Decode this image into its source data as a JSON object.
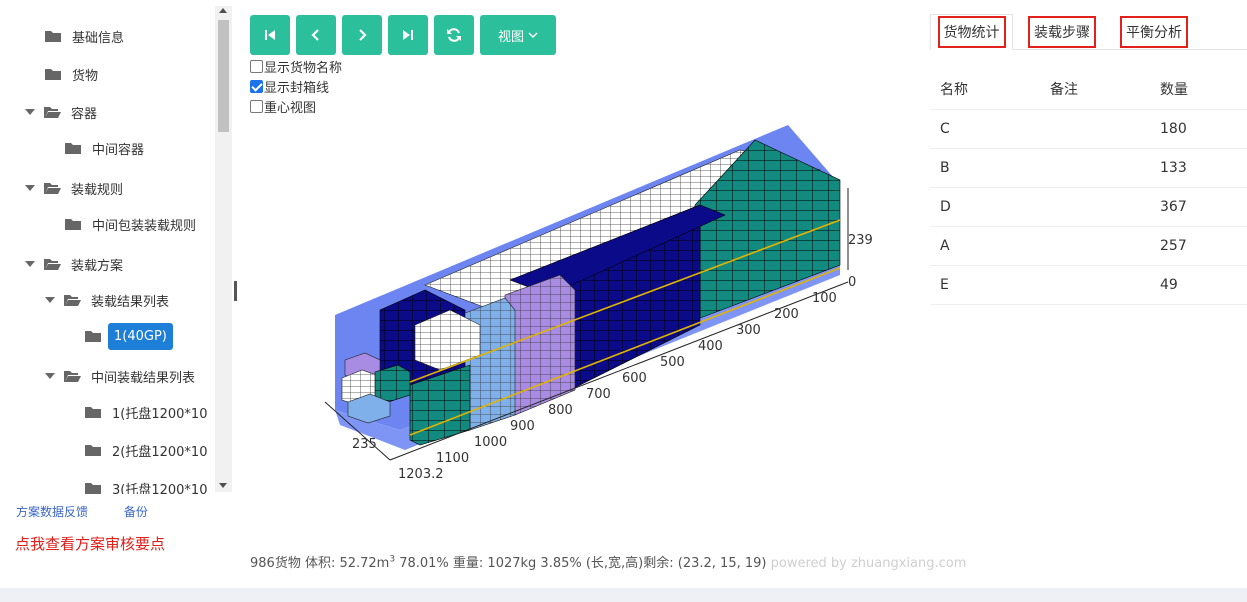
{
  "tree": [
    {
      "label": "基础信息",
      "depth": 0,
      "expanded": null,
      "selected": false
    },
    {
      "label": "货物",
      "depth": 0,
      "expanded": null,
      "selected": false
    },
    {
      "label": "容器",
      "depth": 0,
      "expanded": true,
      "selected": false
    },
    {
      "label": "中间容器",
      "depth": 1,
      "expanded": null,
      "selected": false
    },
    {
      "label": "装载规则",
      "depth": 0,
      "expanded": true,
      "selected": false
    },
    {
      "label": "中间包装装载规则",
      "depth": 1,
      "expanded": null,
      "selected": false
    },
    {
      "label": "装载方案",
      "depth": 0,
      "expanded": true,
      "selected": false
    },
    {
      "label": "装载结果列表",
      "depth": 1,
      "expanded": true,
      "selected": false
    },
    {
      "label": "1(40GP)",
      "depth": 2,
      "expanded": null,
      "selected": true
    },
    {
      "label": "中间装载结果列表",
      "depth": 1,
      "expanded": true,
      "selected": false
    },
    {
      "label": "1(托盘1200*10",
      "depth": 2,
      "expanded": null,
      "selected": false
    },
    {
      "label": "2(托盘1200*10",
      "depth": 2,
      "expanded": null,
      "selected": false
    },
    {
      "label": "3(托盘1200*10",
      "depth": 2,
      "expanded": null,
      "selected": false
    }
  ],
  "links": {
    "feedback": "方案数据反馈",
    "backup": "备份"
  },
  "review_link": "点我查看方案审核要点",
  "toolbar": {
    "first_icon": "skip-first-icon",
    "prev_icon": "chevron-left-icon",
    "next_icon": "chevron-right-icon",
    "last_icon": "skip-last-icon",
    "refresh_icon": "refresh-icon",
    "view_label": "视图",
    "accent": "#2bbf9b"
  },
  "options": [
    {
      "label": "显示货物名称",
      "checked": false
    },
    {
      "label": "显示封箱线",
      "checked": true
    },
    {
      "label": "重心视图",
      "checked": false
    }
  ],
  "scene": {
    "axis_x_ticks": [
      "0",
      "100",
      "200",
      "300",
      "400",
      "500",
      "600",
      "700",
      "800",
      "900",
      "1000",
      "1100",
      "1203.2"
    ],
    "axis_y_tick": "235",
    "axis_z_ticks": [
      "0",
      "239"
    ],
    "colors": {
      "container": "#6d85f0",
      "navy": "#0b0b8a",
      "teal": "#138a80",
      "lavender": "#a88be3",
      "light_blue": "#7fb0ea",
      "white": "#ffffff"
    }
  },
  "status": {
    "prefix": "986货物 体积: 52.72m",
    "sup": "3",
    "suffix": " 78.01% 重量: 1027kg 3.85% (长,宽,高)剩余: (23.2, 15, 19)",
    "watermark": "powered by zhuangxiang.com"
  },
  "tabs": [
    {
      "label": "货物统计",
      "active": true
    },
    {
      "label": "装载步骤",
      "active": false
    },
    {
      "label": "平衡分析",
      "active": false
    }
  ],
  "table": {
    "headers": [
      "名称",
      "备注",
      "数量"
    ],
    "rows": [
      {
        "name": "C",
        "note": "",
        "qty": "180"
      },
      {
        "name": "B",
        "note": "",
        "qty": "133"
      },
      {
        "name": "D",
        "note": "",
        "qty": "367"
      },
      {
        "name": "A",
        "note": "",
        "qty": "257"
      },
      {
        "name": "E",
        "note": "",
        "qty": "49"
      }
    ]
  }
}
